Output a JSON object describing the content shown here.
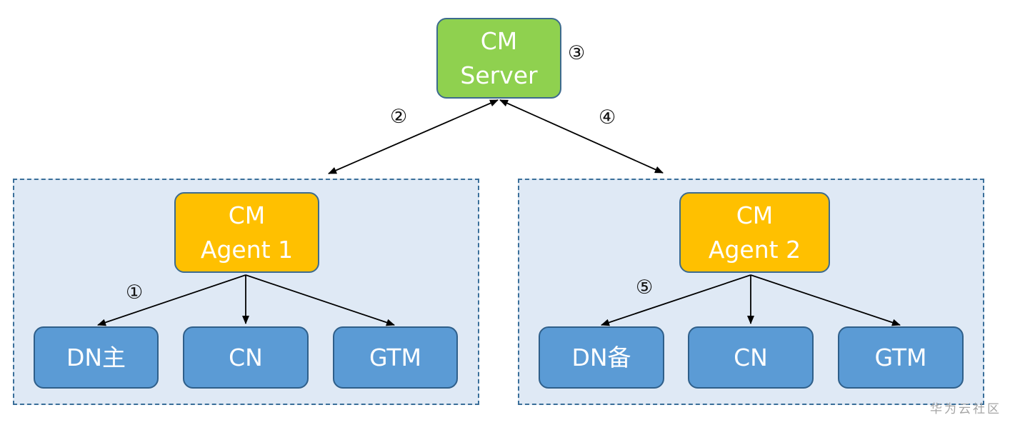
{
  "server": {
    "label": "CM\nServer"
  },
  "agents": [
    {
      "label": "CM\nAgent 1"
    },
    {
      "label": "CM\nAgent 2"
    }
  ],
  "components_left": [
    "DN主",
    "CN",
    "GTM"
  ],
  "components_right": [
    "DN备",
    "CN",
    "GTM"
  ],
  "steps": {
    "s1": "①",
    "s2": "②",
    "s3": "③",
    "s4": "④",
    "s5": "⑤"
  },
  "watermark": "华为云社区",
  "colors": {
    "server": "#8fd14f",
    "agent": "#ffc000",
    "component": "#5b9bd5",
    "group_fill": "#dfe9f5",
    "group_border": "#3a6f9a"
  }
}
